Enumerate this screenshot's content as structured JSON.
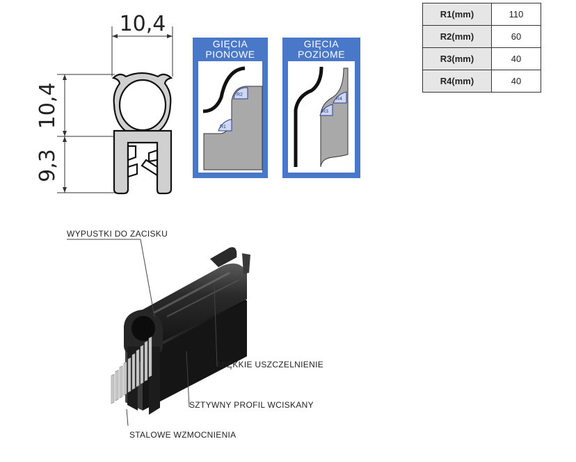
{
  "dimensions": {
    "width": "10,4",
    "height_top": "10,4",
    "height_bottom": "9,3"
  },
  "bend_panels": {
    "vertical_line1": "GIĘCIA",
    "vertical_line2": "PIONOWE",
    "horizontal_line1": "GIĘCIA",
    "horizontal_line2": "POZIOME",
    "r1": "R1",
    "r2": "R2",
    "r3": "R3",
    "r4": "R4"
  },
  "radius_table": [
    {
      "key": "R1(mm)",
      "value": "110"
    },
    {
      "key": "R2(mm)",
      "value": "60"
    },
    {
      "key": "R3(mm)",
      "value": "40"
    },
    {
      "key": "R4(mm)",
      "value": "40"
    }
  ],
  "callouts": {
    "lips": "WYPUSTKI DO ZACISKU",
    "soft_seal": "MIĘKKIE USZCZELNIENIE",
    "rigid_profile": "SZTYWNY PROFIL WCISKANY",
    "steel": "STALOWE WZMOCNIENIA"
  },
  "colors": {
    "panel_blue": "#4a78c8",
    "profile_gray": "#cfcfcf",
    "rubber_black": "#1c1c1c"
  }
}
